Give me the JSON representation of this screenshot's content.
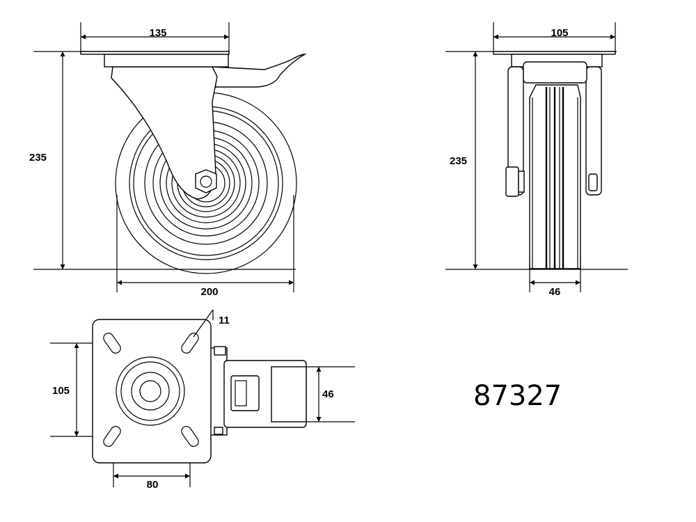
{
  "part_number": "87327",
  "dimensions": {
    "side_top_width": "135",
    "side_height": "235",
    "side_wheel_diameter": "200",
    "front_top_width": "105",
    "front_height": "235",
    "front_wheel_width": "46",
    "plan_hole_slot": "11",
    "plan_hole_spacing_y": "105",
    "plan_hole_spacing_x": "80",
    "plan_wheel_width": "46"
  }
}
